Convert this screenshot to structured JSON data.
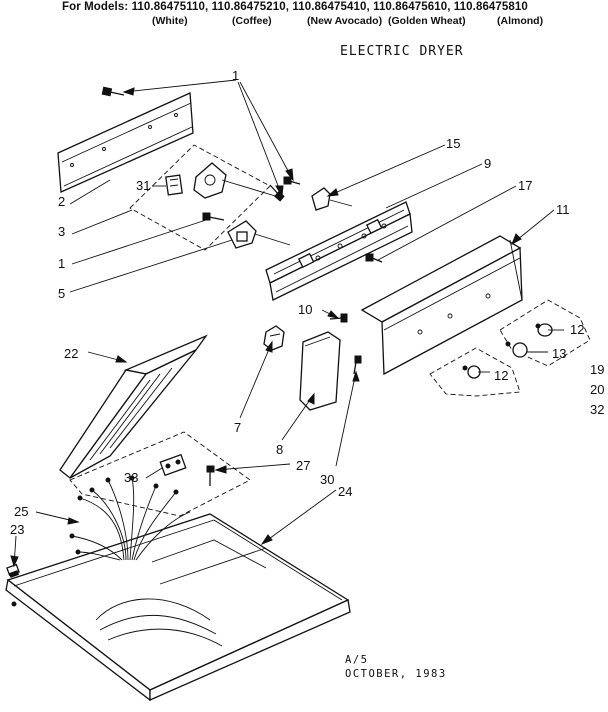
{
  "header": {
    "models_prefix": "For Models:",
    "models": [
      {
        "number": "110.86475110,",
        "color": "(White)"
      },
      {
        "number": "110.86475210,",
        "color": "(Coffee)"
      },
      {
        "number": "110.86475410,",
        "color": "(New Avocado)"
      },
      {
        "number": "110.86475610,",
        "color": "(Golden Wheat)"
      },
      {
        "number": "110.86475810",
        "color": "(Almond)"
      }
    ]
  },
  "title": "ELECTRIC DRYER",
  "footer": {
    "code": "A/5",
    "date": "OCTOBER, 1983"
  },
  "part_labels": {
    "p1": "1",
    "p1b": "1",
    "p2": "2",
    "p3": "3",
    "p5": "5",
    "p7": "7",
    "p8": "8",
    "p9": "9",
    "p10": "10",
    "p11": "11",
    "p12a": "12",
    "p12b": "12",
    "p13": "13",
    "p15": "15",
    "p17": "17",
    "p19": "19",
    "p20": "20",
    "p22": "22",
    "p23": "23",
    "p24": "24",
    "p25": "25",
    "p27": "27",
    "p30": "30",
    "p31": "31",
    "p32": "32",
    "p33": "33"
  }
}
